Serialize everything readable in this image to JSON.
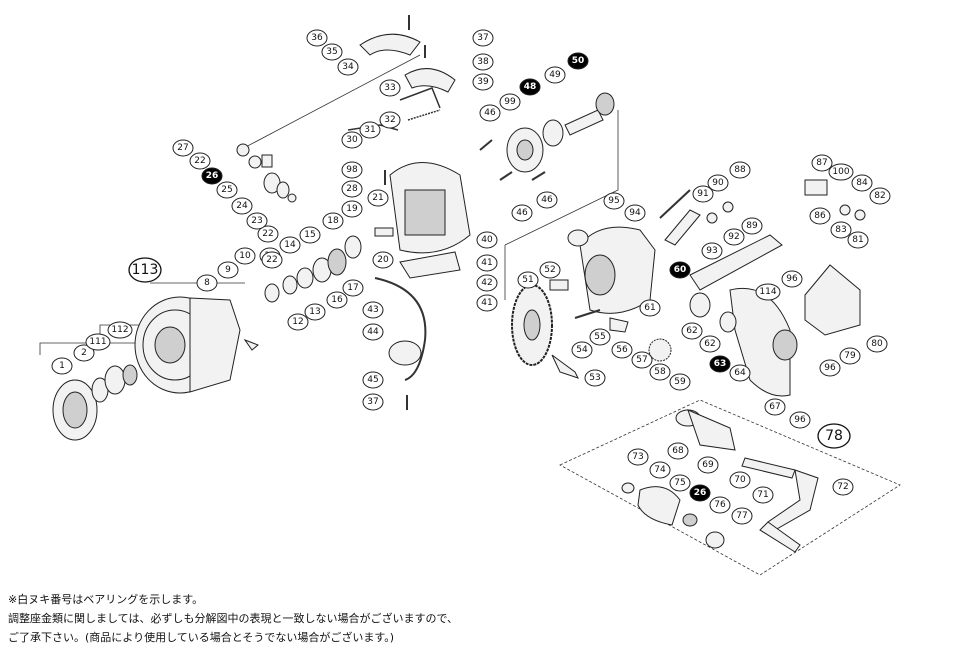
{
  "labels": [
    "1",
    "2",
    "8",
    "9",
    "10",
    "12",
    "13",
    "14",
    "15",
    "16",
    "17",
    "18",
    "19",
    "20",
    "21",
    "22",
    "23",
    "24",
    "25",
    "26",
    "27",
    "28",
    "30",
    "31",
    "32",
    "33",
    "34",
    "35",
    "36",
    "37",
    "38",
    "39",
    "40",
    "41",
    "42",
    "43",
    "44",
    "45",
    "46",
    "48",
    "49",
    "50",
    "51",
    "52",
    "53",
    "54",
    "55",
    "56",
    "57",
    "58",
    "59",
    "60",
    "61",
    "62",
    "63",
    "64",
    "67",
    "68",
    "69",
    "70",
    "71",
    "72",
    "73",
    "74",
    "75",
    "76",
    "77",
    "78",
    "79",
    "80",
    "81",
    "82",
    "83",
    "84",
    "86",
    "87",
    "88",
    "89",
    "90",
    "91",
    "92",
    "93",
    "94",
    "95",
    "96",
    "98",
    "99",
    "100",
    "111",
    "112",
    "113",
    "114"
  ],
  "bearing_labels": [
    "26",
    "48",
    "50",
    "60",
    "63"
  ],
  "group_labels": [
    "113",
    "78"
  ],
  "notes": [
    "※白ヌキ番号はベアリングを示します。",
    "調整座金類に関しましては、必ずしも分解図中の表現と一致しない場合がございますので、",
    "ご了承下さい。(商品により使用している場合とそうでない場合がございます。)"
  ]
}
